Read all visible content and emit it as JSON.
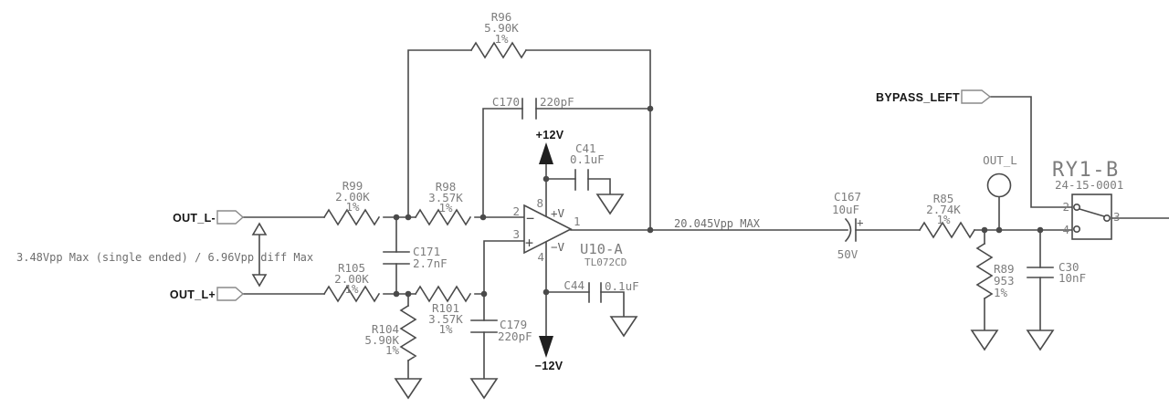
{
  "colors": {
    "wire": "#4a4a4a",
    "label": "#7d7d7d",
    "net": "#161616",
    "note": "#6e6e6e"
  },
  "notes": {
    "input_swing": "3.48Vpp Max (single ended) / 6.96Vpp diff Max",
    "output_swing": "20.045Vpp MAX"
  },
  "power": {
    "vplus": "+12V",
    "vminus": "−12V"
  },
  "nets": {
    "out_l_minus": "OUT_L-",
    "out_l_plus": "OUT_L+",
    "bypass_left": "BYPASS_LEFT",
    "out_l_testpoint": "OUT_L"
  },
  "components": {
    "r96": {
      "ref": "R96",
      "value": "5.90K",
      "tol": "1%"
    },
    "r99": {
      "ref": "R99",
      "value": "2.00K",
      "tol": "1%"
    },
    "r105": {
      "ref": "R105",
      "value": "2.00K",
      "tol": "1%"
    },
    "r98": {
      "ref": "R98",
      "value": "3.57K",
      "tol": "1%"
    },
    "r101": {
      "ref": "R101",
      "value": "3.57K",
      "tol": "1%"
    },
    "r104": {
      "ref": "R104",
      "value": "5.90K",
      "tol": "1%"
    },
    "r85": {
      "ref": "R85",
      "value": "2.74K",
      "tol": "1%"
    },
    "r89": {
      "ref": "R89",
      "value": "953",
      "tol": "1%"
    },
    "c170": {
      "ref": "C170",
      "value": "220pF"
    },
    "c171": {
      "ref": "C171",
      "value": "2.7nF"
    },
    "c179": {
      "ref": "C179",
      "value": "220pF"
    },
    "c41": {
      "ref": "C41",
      "value": "0.1uF"
    },
    "c44": {
      "ref": "C44",
      "value": "0.1uF"
    },
    "c167": {
      "ref": "C167",
      "value": "10uF",
      "voltage": "50V",
      "polarity": "+"
    },
    "c30": {
      "ref": "C30",
      "value": "10nF"
    }
  },
  "opamp": {
    "ref": "U10-A",
    "part": "TL072CD",
    "pin_inv": "2",
    "pin_noninv": "3",
    "pin_out": "1",
    "pin_vplus": "8",
    "pin_vminus": "4",
    "label_vplus": "+V",
    "label_vminus": "−V",
    "sign_inv": "−",
    "sign_noninv": "+"
  },
  "relay": {
    "ref": "RY1-B",
    "part": "24-15-0001",
    "pin_top": "2",
    "pin_out": "3",
    "pin_bottom": "4"
  }
}
